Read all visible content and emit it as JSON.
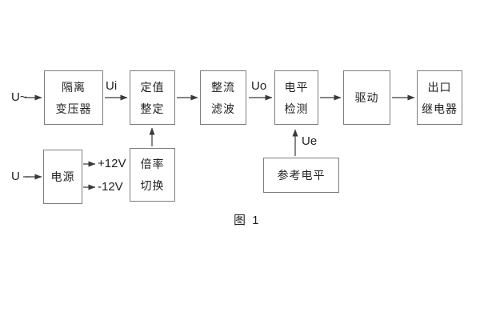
{
  "diagram": {
    "caption": "图 1",
    "colors": {
      "background": "#ffffff",
      "box_border": "#7d7d7d",
      "connector_line": "#3a3a3a",
      "text": "#1f1f1f"
    },
    "boxes": {
      "isolation_transformer": {
        "line1": "隔离",
        "line2": "变压器"
      },
      "setting_adjust": {
        "line1": "定值",
        "line2": "整定"
      },
      "rectifier_filter": {
        "line1": "整流",
        "line2": "滤波"
      },
      "level_detect": {
        "line1": "电平",
        "line2": "检测"
      },
      "drive": {
        "line1": "驱动"
      },
      "output_relay": {
        "line1": "出口",
        "line2": "继电器"
      },
      "power_supply": {
        "line1": "电源"
      },
      "ratio_switch": {
        "line1": "倍率",
        "line2": "切换"
      },
      "reference_level": {
        "line1": "参考电平"
      }
    },
    "labels": {
      "input_ac": "U~",
      "input_dc": "U –",
      "ui": "Ui",
      "uo": "Uo",
      "ue": "Ue",
      "plus_12v": "+12V",
      "minus_12v": "-12V"
    }
  }
}
